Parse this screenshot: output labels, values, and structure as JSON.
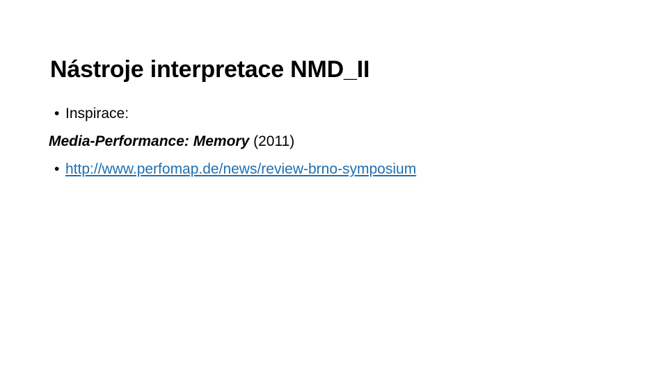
{
  "slide": {
    "title": "Nástroje interpretace NMD_II",
    "background_color": "#FFFFFF",
    "text_color": "#000000",
    "link_color": "#1F6FB0",
    "bullet_glyph": "•",
    "body": {
      "inspiration_bullet": "Inspirace:",
      "reference_title": "Media-Performance: Memory",
      "reference_year": "(2011)",
      "link_text": "http://www.perfomap.de/news/review-brno-symposium"
    }
  }
}
